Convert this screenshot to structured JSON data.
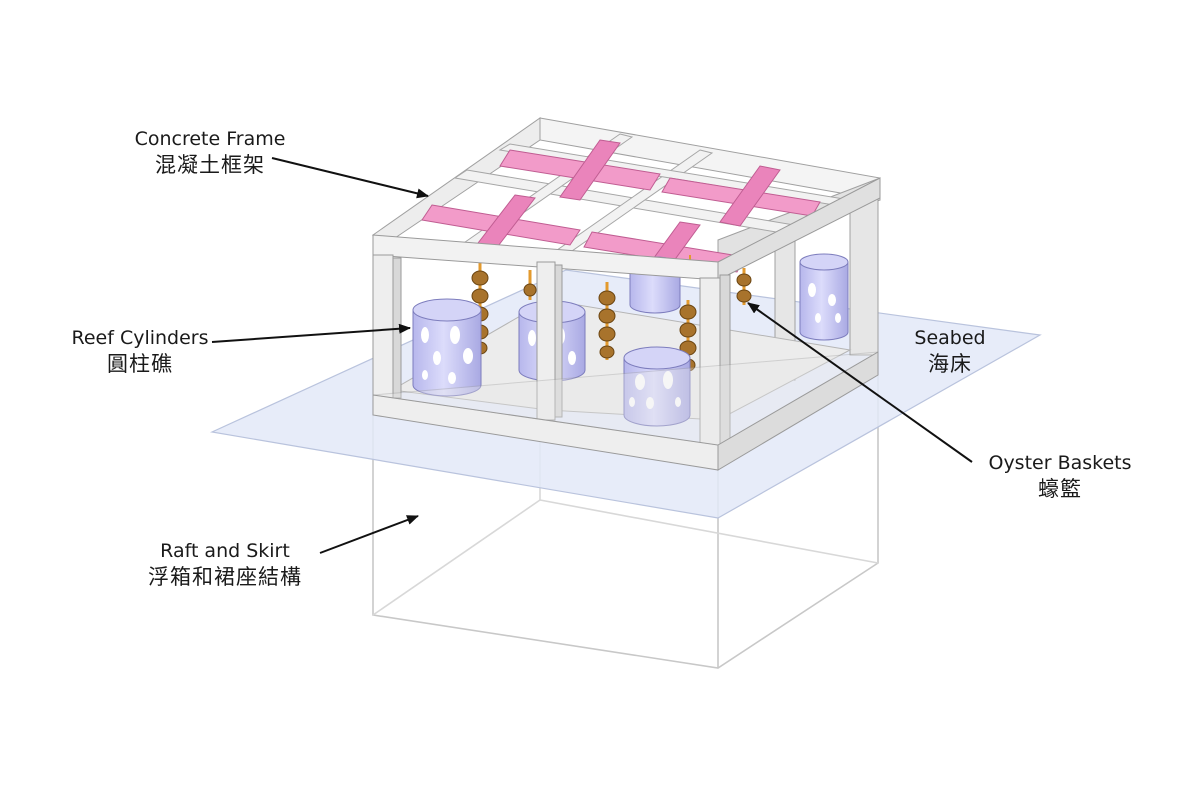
{
  "labels": {
    "concrete_frame": {
      "en": "Concrete Frame",
      "zh": "混凝土框架"
    },
    "reef_cylinders": {
      "en": "Reef Cylinders",
      "zh": "圓柱礁"
    },
    "seabed": {
      "en": "Seabed",
      "zh": "海床"
    },
    "oyster_baskets": {
      "en": "Oyster Baskets",
      "zh": "蠔籃"
    },
    "raft_and_skirt": {
      "en": "Raft and Skirt",
      "zh": "浮箱和裙座結構"
    }
  },
  "colors": {
    "frame": "#ececec",
    "frame_edge": "#9a9a9a",
    "pink": "#ee8fc0",
    "pink_dark": "#d46ea3",
    "cylinder": "#c9c9f2",
    "cylinder_dark": "#9f9fdd",
    "seabed": "#dfe6f7",
    "oyster": "#b07a2a",
    "rope": "#e39a2e"
  }
}
